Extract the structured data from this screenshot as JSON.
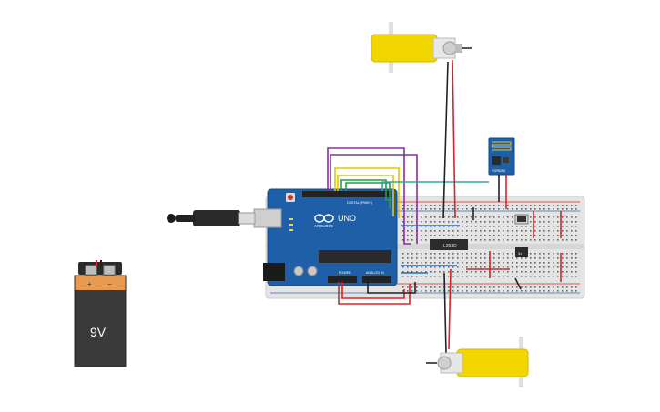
{
  "circuit": {
    "battery": {
      "label": "9V",
      "plus": "+",
      "minus": "−"
    },
    "arduino": {
      "brand": "ARDUINO",
      "model": "UNO",
      "digital_header": "DIGITAL (PWM~)",
      "power_header": "POWER",
      "analog_header": "ANALOG IN"
    },
    "driver_chip": {
      "label": "L293D"
    },
    "wifi_module": {
      "label": "ESP8266"
    },
    "small_chip": {
      "label": "3v"
    }
  },
  "colors": {
    "board_blue": "#1e5fa8",
    "breadboard": "#e6e6e6",
    "rail_red": "#d9232a",
    "rail_blue": "#2d6cb8",
    "motor_yellow": "#f2d600",
    "wire_purple": "#8a2fa0",
    "wire_yellow": "#e8c400",
    "wire_green": "#2a9a4a",
    "wire_red": "#d9232a",
    "wire_black": "#222222",
    "battery_orange": "#e89a50"
  }
}
